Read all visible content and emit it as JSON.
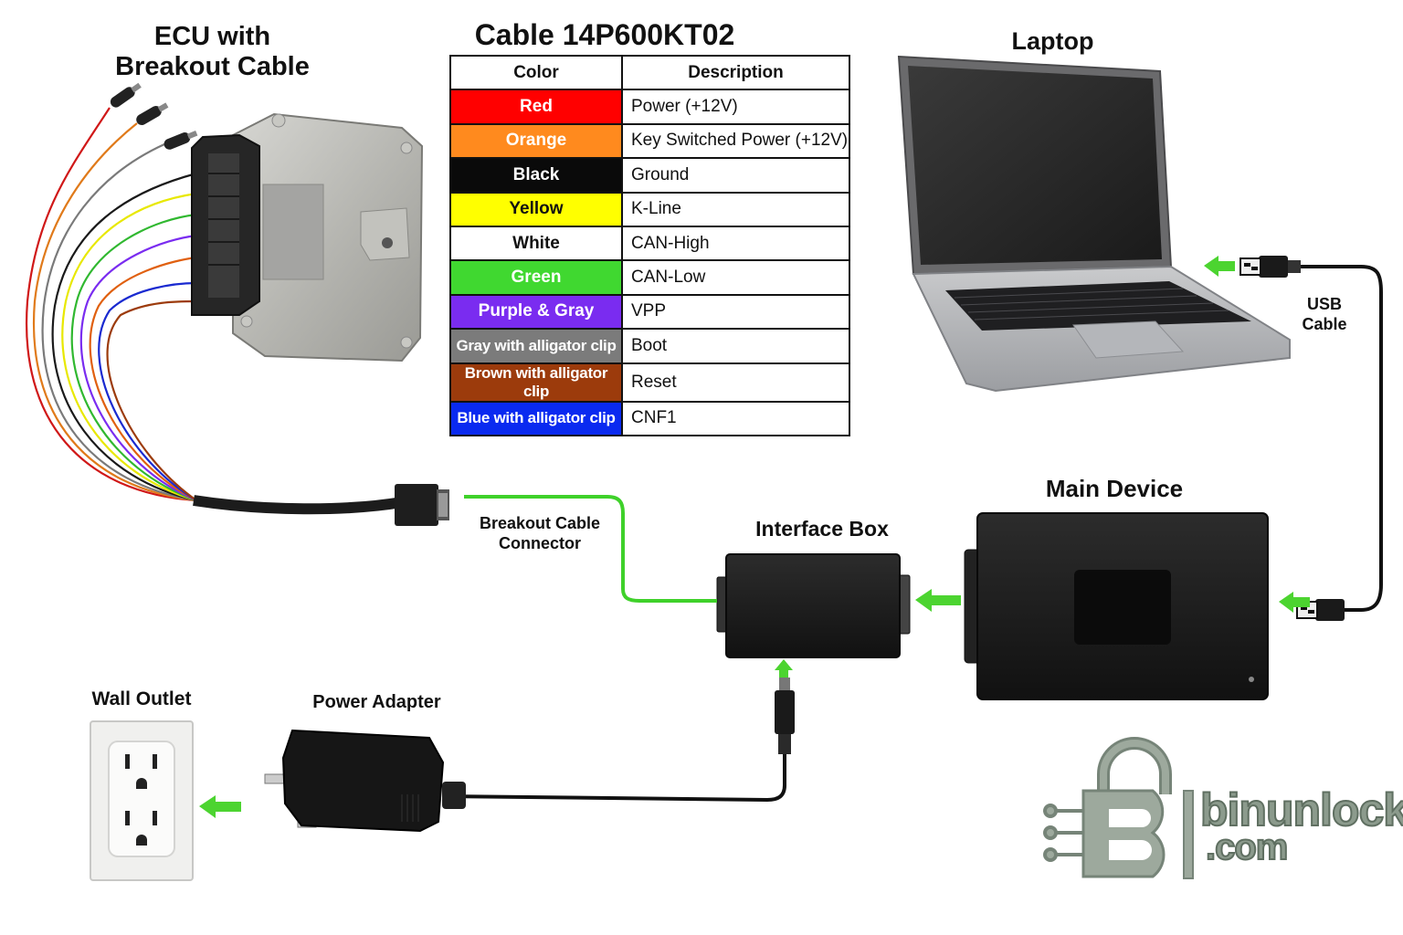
{
  "labels": {
    "ecu_line1": "ECU with",
    "ecu_line2": "Breakout Cable",
    "cable_title": "Cable 14P600KT02",
    "laptop": "Laptop",
    "usb_line1": "USB",
    "usb_line2": "Cable",
    "main_device": "Main Device",
    "interface_box": "Interface Box",
    "breakout_line1": "Breakout Cable",
    "breakout_line2": "Connector",
    "wall_outlet": "Wall Outlet",
    "power_adapter": "Power Adapter"
  },
  "table": {
    "headers": [
      "Color",
      "Description"
    ],
    "rows": [
      {
        "color": "Red",
        "description": "Power (+12V)",
        "bg": "#ff0000",
        "fg": "#ffffff"
      },
      {
        "color": "Orange",
        "description": "Key Switched Power (+12V)",
        "bg": "#ff8a1e",
        "fg": "#ffffff"
      },
      {
        "color": "Black",
        "description": "Ground",
        "bg": "#0a0a0a",
        "fg": "#ffffff"
      },
      {
        "color": "Yellow",
        "description": "K-Line",
        "bg": "#ffff00",
        "fg": "#111111"
      },
      {
        "color": "White",
        "description": "CAN-High",
        "bg": "#ffffff",
        "fg": "#111111"
      },
      {
        "color": "Green",
        "description": "CAN-Low",
        "bg": "#40d830",
        "fg": "#ffffff"
      },
      {
        "color": "Purple & Gray",
        "description": "VPP",
        "bg": "#7a2cf0",
        "fg": "#ffffff"
      },
      {
        "color": "Gray with alligator clip",
        "description": "Boot",
        "bg": "#7b7b7b",
        "fg": "#ffffff"
      },
      {
        "color": "Brown with alligator clip",
        "description": "Reset",
        "bg": "#9c3b0c",
        "fg": "#ffffff"
      },
      {
        "color": "Blue with alligator clip",
        "description": "CNF1",
        "bg": "#0a2af0",
        "fg": "#ffffff"
      }
    ]
  },
  "brand": {
    "line1": "binunlock",
    "line2": ".com"
  },
  "colors": {
    "arrow": "#4cd430",
    "green_link": "#3fd12a",
    "device_body": "#1b1b1b"
  },
  "icons": [
    "ecu-icon",
    "laptop-icon",
    "usb-plug-icon",
    "interface-box-icon",
    "main-device-icon",
    "power-adapter-icon",
    "wall-outlet-icon",
    "arrow-left-icon",
    "arrow-up-icon",
    "padlock-logo-icon"
  ]
}
